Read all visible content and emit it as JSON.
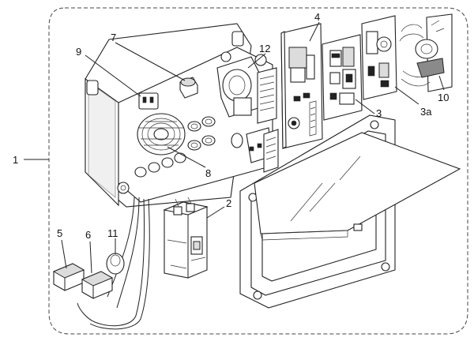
{
  "diagram": {
    "labels": [
      {
        "id": "1",
        "text": "1"
      },
      {
        "id": "2",
        "text": "2"
      },
      {
        "id": "3",
        "text": "3"
      },
      {
        "id": "3a",
        "text": "3a"
      },
      {
        "id": "4",
        "text": "4"
      },
      {
        "id": "5",
        "text": "5"
      },
      {
        "id": "6",
        "text": "6"
      },
      {
        "id": "7",
        "text": "7"
      },
      {
        "id": "8",
        "text": "8"
      },
      {
        "id": "9",
        "text": "9"
      },
      {
        "id": "10",
        "text": "10"
      },
      {
        "id": "11",
        "text": "11"
      },
      {
        "id": "12",
        "text": "12"
      }
    ],
    "colors": {
      "line": "#222222",
      "shade": "#dcdcdc",
      "background": "#ffffff"
    }
  }
}
